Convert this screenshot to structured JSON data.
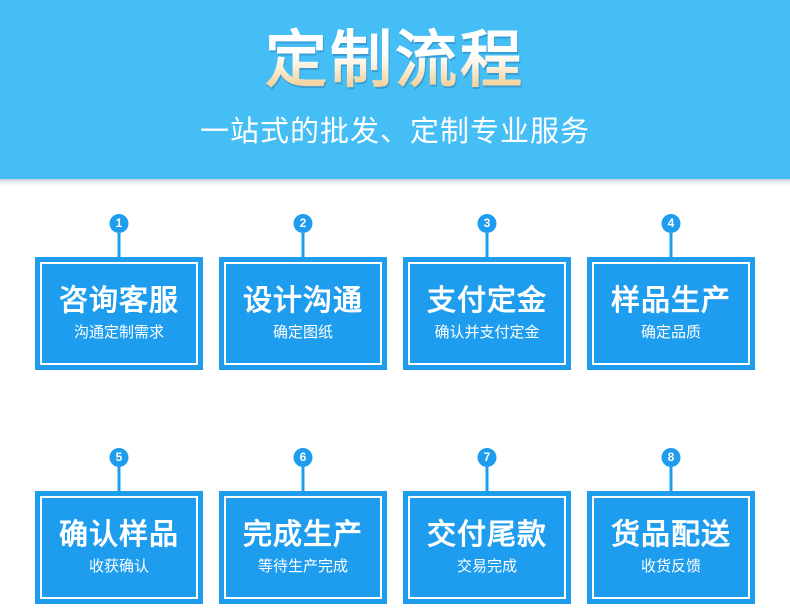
{
  "banner": {
    "title": "定制流程",
    "subtitle": "一站式的批发、定制专业服务",
    "background_color": "#45BDF5",
    "title_gradient_top": "#FFFFFF",
    "title_gradient_bottom": "#EEC587",
    "subtitle_color": "#FFFFFF"
  },
  "steps": {
    "accent_color": "#1E9DEF",
    "items": [
      {
        "number": "1",
        "title": "咨询客服",
        "desc": "沟通定制需求"
      },
      {
        "number": "2",
        "title": "设计沟通",
        "desc": "确定图纸"
      },
      {
        "number": "3",
        "title": "支付定金",
        "desc": "确认并支付定金"
      },
      {
        "number": "4",
        "title": "样品生产",
        "desc": "确定品质"
      },
      {
        "number": "5",
        "title": "确认样品",
        "desc": "收获确认"
      },
      {
        "number": "6",
        "title": "完成生产",
        "desc": "等待生产完成"
      },
      {
        "number": "7",
        "title": "交付尾款",
        "desc": "交易完成"
      },
      {
        "number": "8",
        "title": "货品配送",
        "desc": "收货反馈"
      }
    ]
  }
}
